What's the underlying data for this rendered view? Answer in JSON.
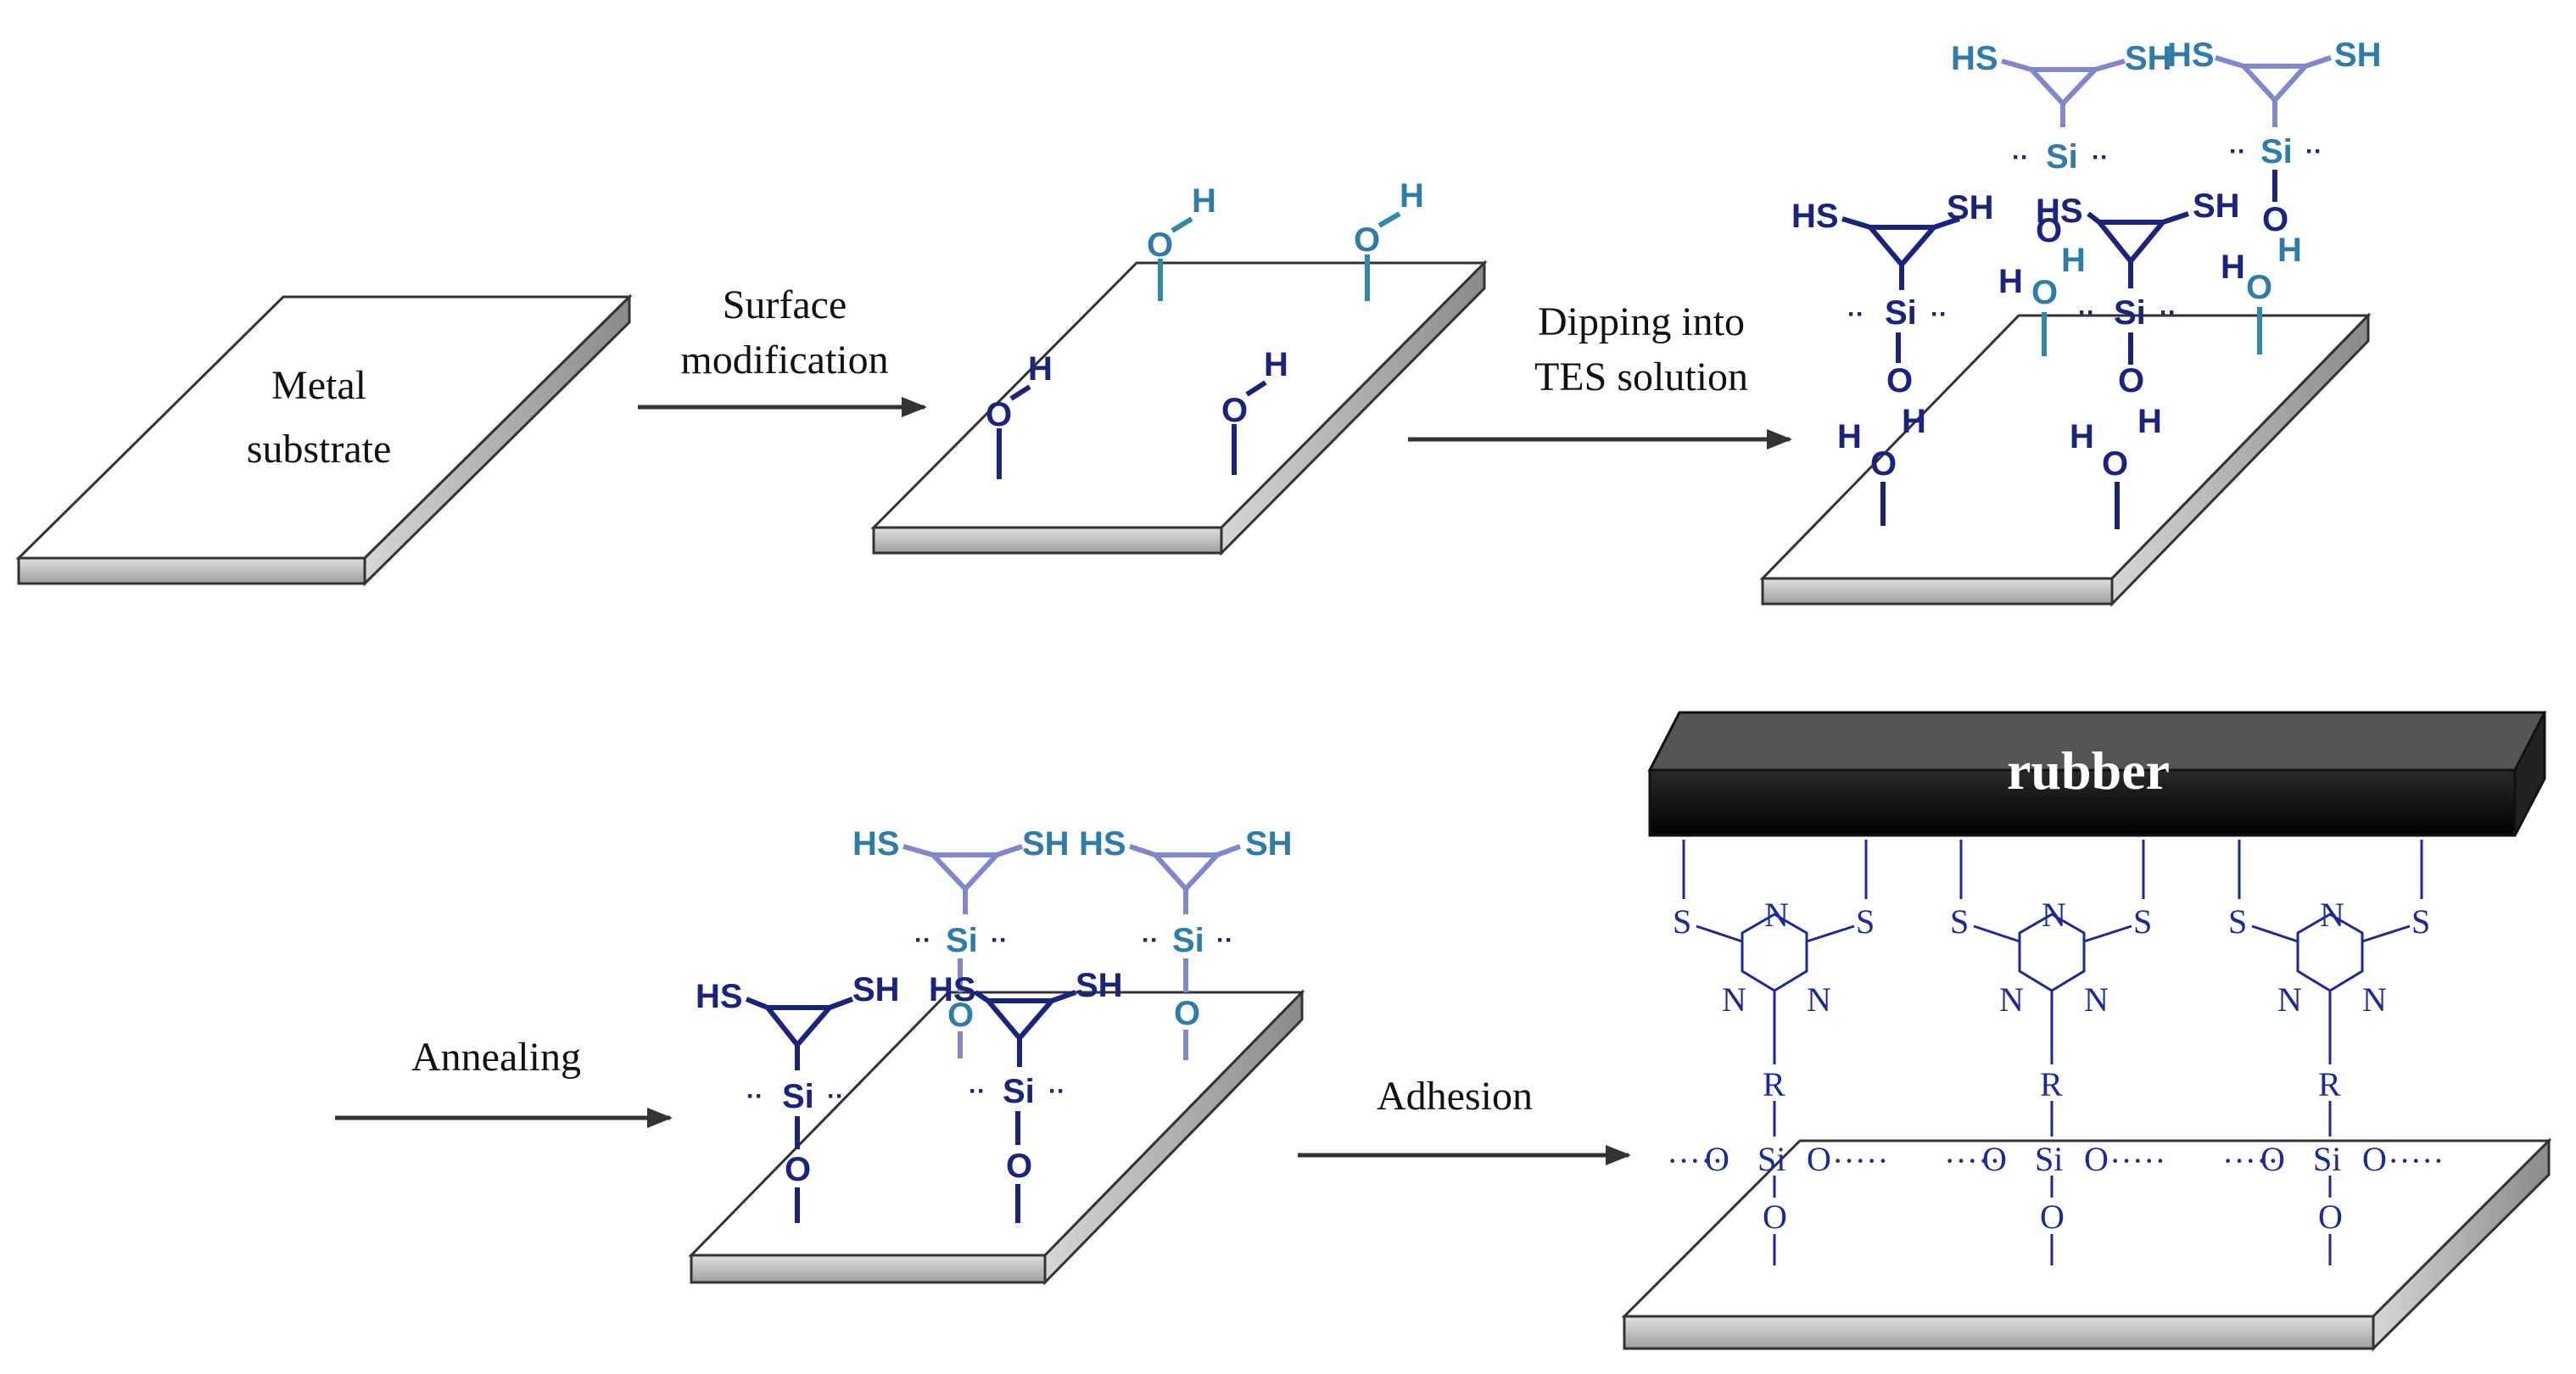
{
  "labels": {
    "metal_line1": "Metal",
    "metal_line2": "substrate",
    "surface_line1": "Surface",
    "surface_line2": "modification",
    "dipping_line1": "Dipping into",
    "dipping_line2": "TES solution",
    "annealing": "Annealing",
    "adhesion": "Adhesion",
    "rubber": "rubber"
  },
  "chem": {
    "H": "H",
    "O": "O",
    "Si": "Si",
    "HS": "HS",
    "SH": "SH",
    "S": "S",
    "N": "N",
    "R": "R",
    "dots": "··",
    "dotted_bond": "·····"
  },
  "colors": {
    "dark_blue": "#1a237e",
    "teal": "#2e8aa8",
    "pale_blue": "#8087cc",
    "rubber": "#1a1a1a"
  }
}
